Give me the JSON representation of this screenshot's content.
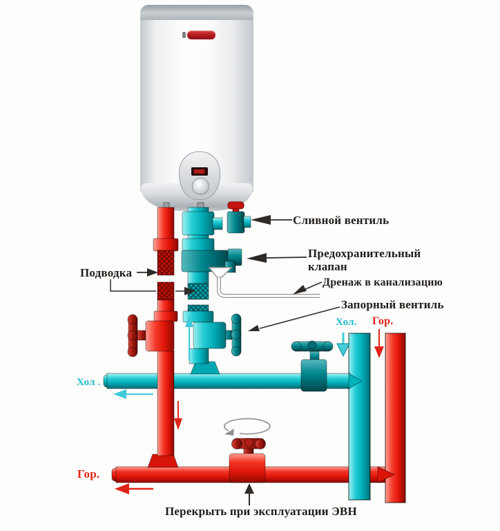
{
  "diagram": {
    "labels": {
      "drain_valve": "Сливной вентиль",
      "safety_valve": "Предохранительный клапан",
      "drainage": "Дренаж в канализацию",
      "shutoff_valve": "Запорный вентиль",
      "supply": "Подводка",
      "cold_right": "Хол.",
      "hot_right": "Гор.",
      "cold_left": "Хол .",
      "hot_left": "Гор.",
      "close_during_use": "Перекрыть при эксплуатации ЭВН"
    },
    "colors": {
      "cold_pipe": "#00b0ba",
      "cold_pipe_dark": "#00747c",
      "hot_pipe": "#e01508",
      "hot_pipe_dark": "#8c0a04",
      "cold_text": "#1fb8ce",
      "hot_text": "#e02318",
      "annotation_text": "#201c19",
      "drain_tube_outline": "#9a9a9a"
    }
  }
}
